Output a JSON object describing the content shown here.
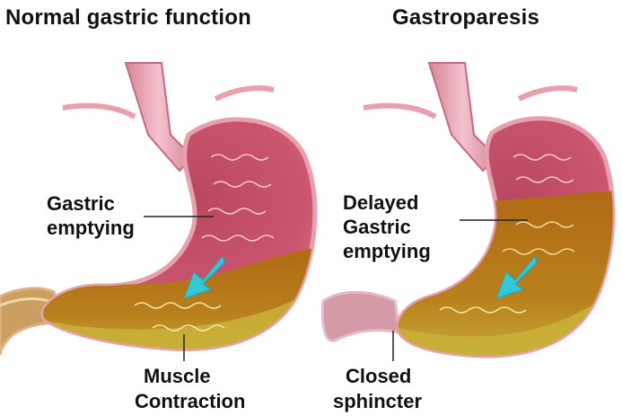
{
  "titles": {
    "normal": "Normal gastric function",
    "gastroparesis": "Gastroparesis"
  },
  "labels": {
    "gastric_emptying_line1": "Gastric",
    "gastric_emptying_line2": "emptying",
    "delayed_line1": "Delayed",
    "delayed_line2": "Gastric",
    "delayed_line3": "emptying",
    "muscle_line1": "Muscle",
    "muscle_line2": "Contraction",
    "closed_line1": "Closed",
    "closed_line2": "sphincter"
  },
  "colors": {
    "stomach_wall": "#c9566e",
    "stomach_outline": "#e8a0ae",
    "stomach_inner": "#a83d58",
    "food_content": "#b87a12",
    "food_bottom": "#c8b23a",
    "arrow": "#33c8d8",
    "esophagus": "#e6a0b0"
  }
}
